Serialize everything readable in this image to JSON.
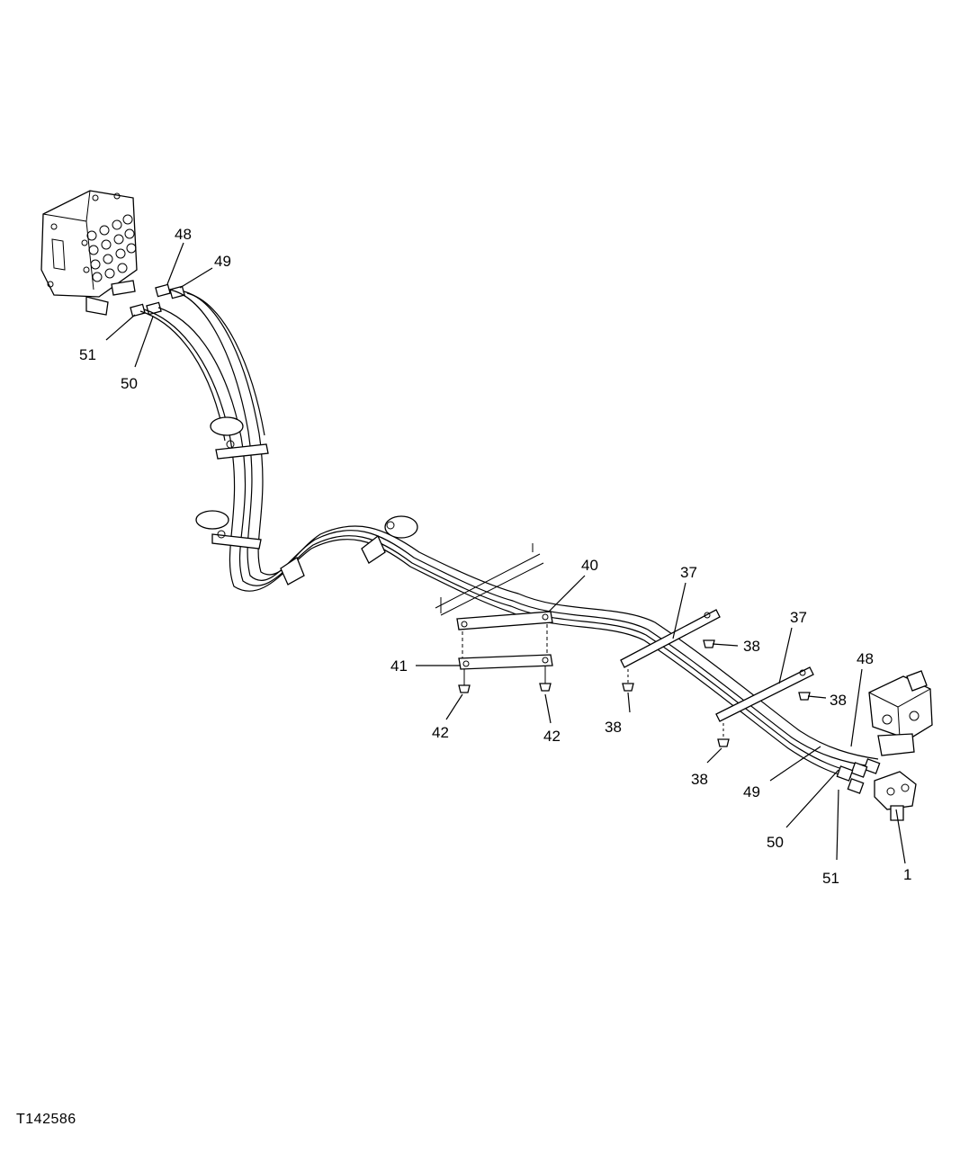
{
  "figure_id": "T142586",
  "callouts": {
    "c48a": "48",
    "c49a": "49",
    "c51a": "51",
    "c50a": "50",
    "c40": "40",
    "c37a": "37",
    "c37b": "37",
    "c38a": "38",
    "c38b": "38",
    "c38c": "38",
    "c38d": "38",
    "c41": "41",
    "c42a": "42",
    "c42b": "42",
    "c48b": "48",
    "c49b": "49",
    "c50b": "50",
    "c51b": "51",
    "c1": "1"
  }
}
